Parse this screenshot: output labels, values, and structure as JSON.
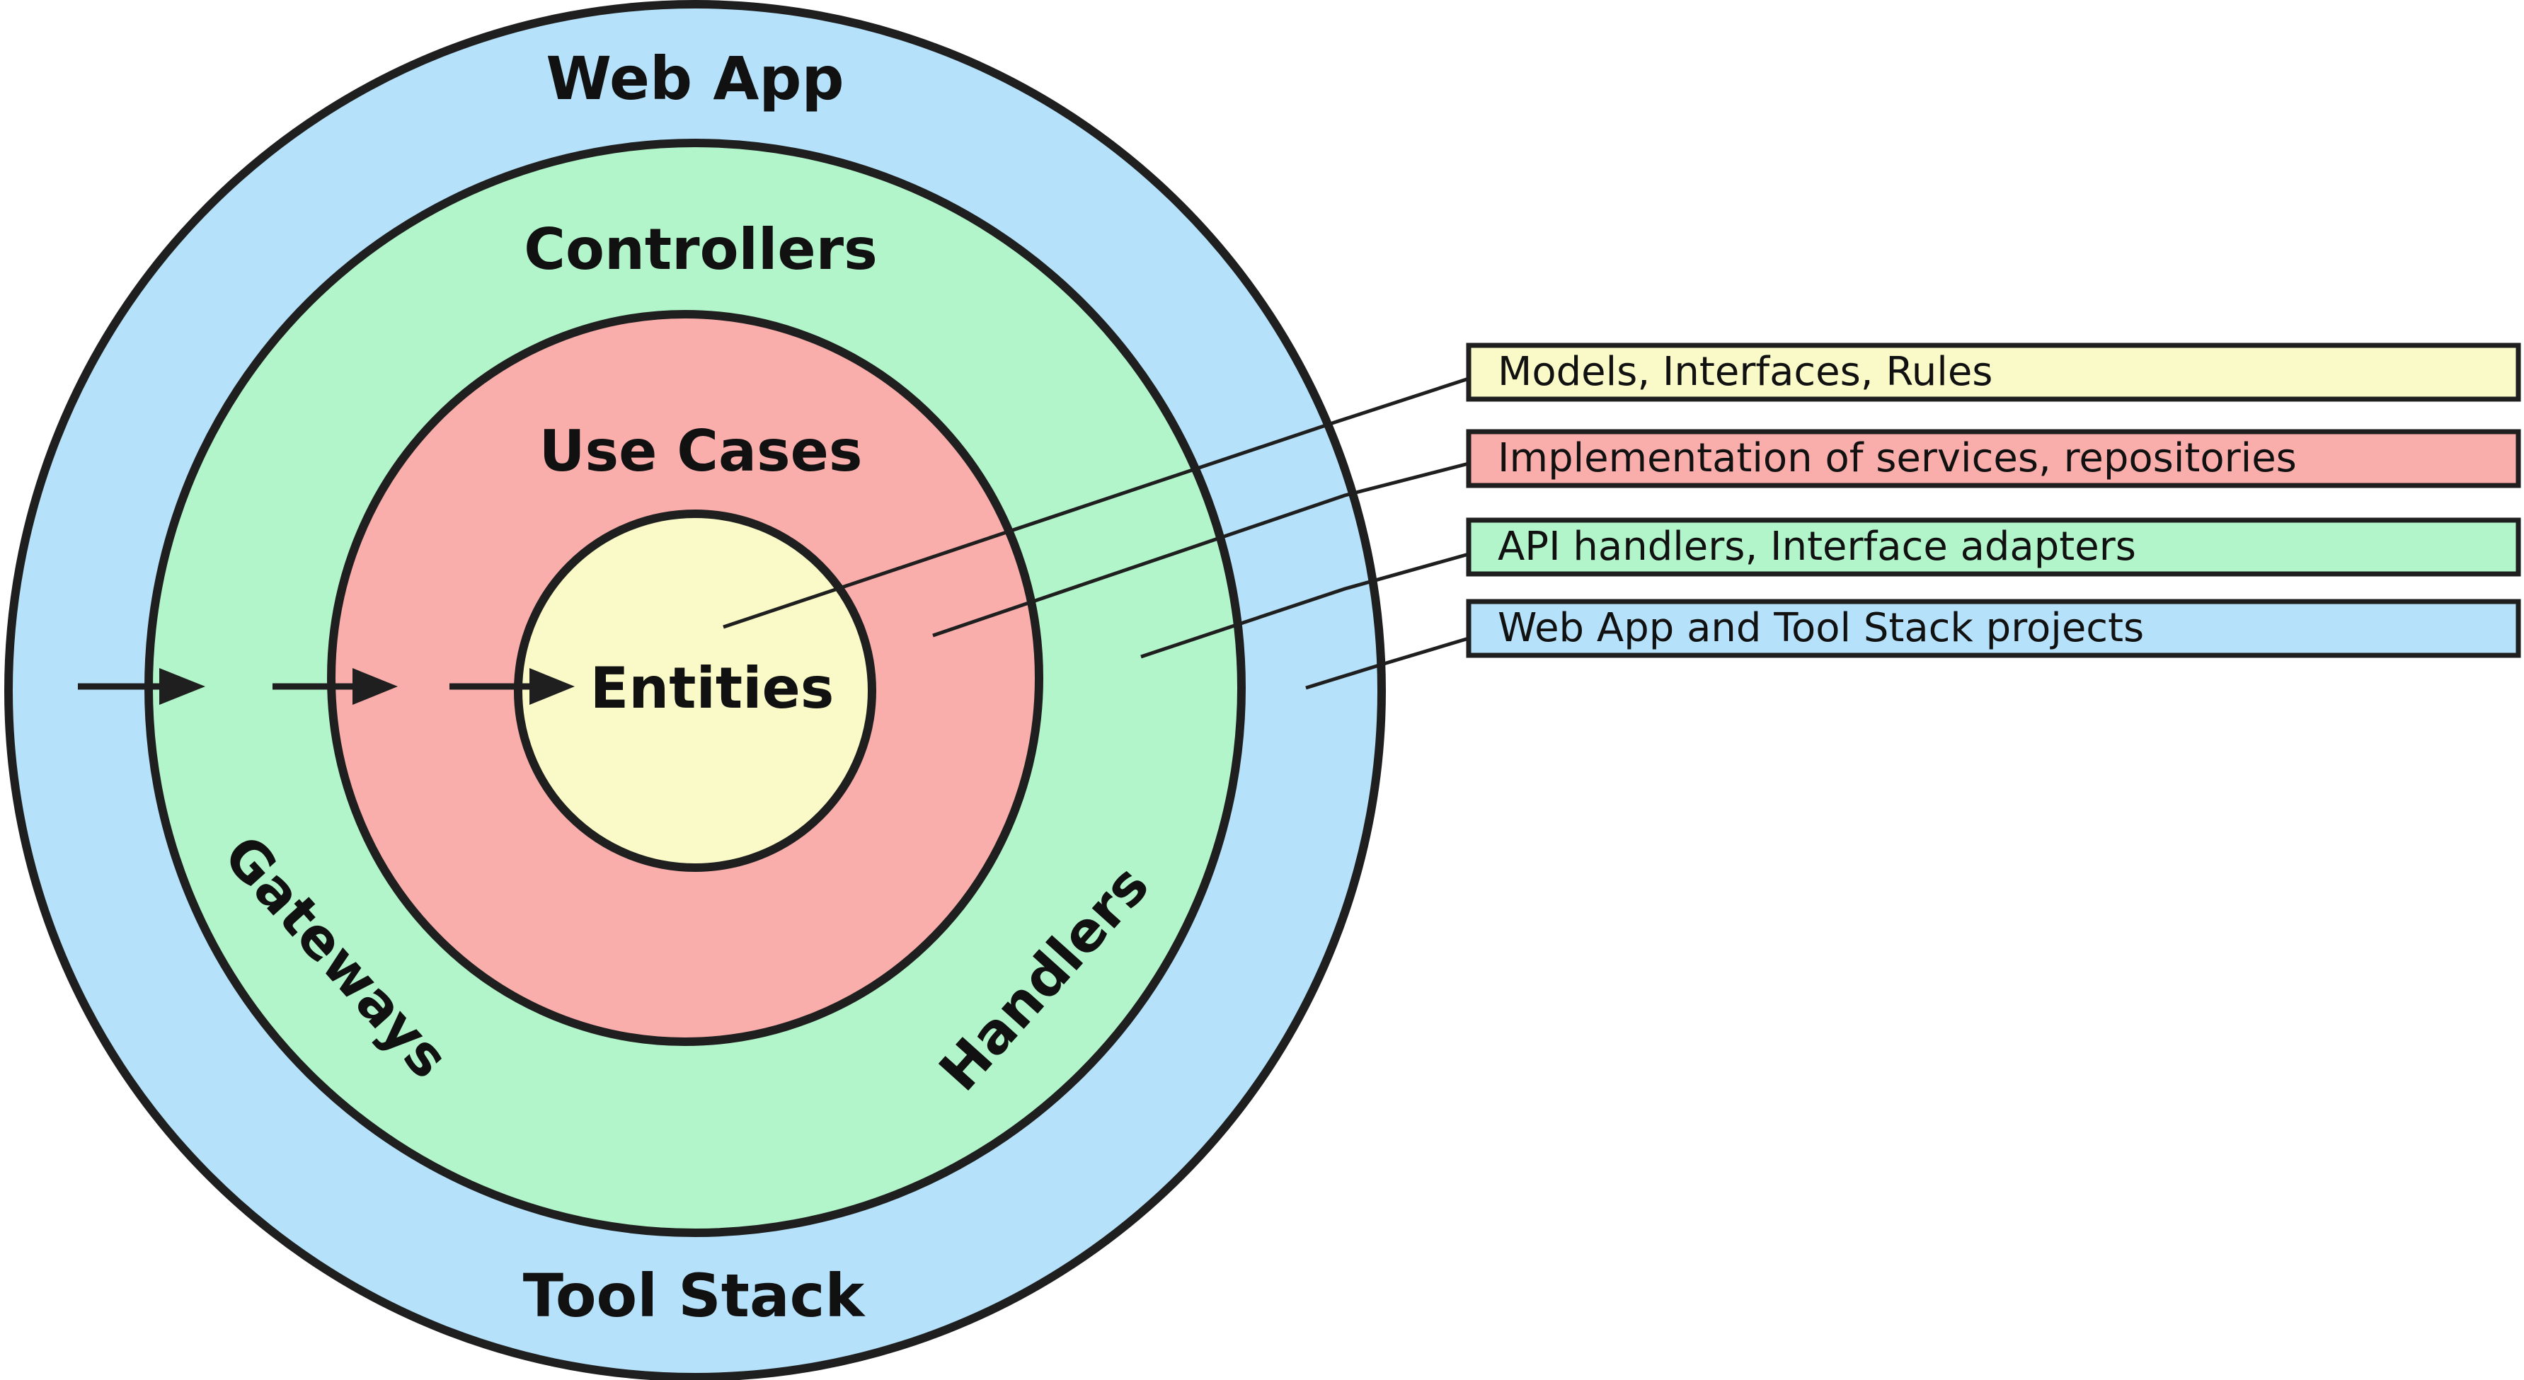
{
  "rings": {
    "web_app": {
      "label": "Web App",
      "fill": "#b5e2fa"
    },
    "tool_stack": {
      "label": "Tool Stack"
    },
    "controllers": {
      "label": "Controllers",
      "fill": "#b2f5ca"
    },
    "gateways": {
      "label": "Gateways"
    },
    "handlers": {
      "label": "Handlers"
    },
    "use_cases": {
      "label": "Use Cases",
      "fill": "#f9aeab"
    },
    "entities": {
      "label": "Entities",
      "fill": "#fafac8"
    }
  },
  "legend": [
    {
      "label": "Models, Interfaces, Rules",
      "fill": "#fafac8"
    },
    {
      "label": "Implementation of services, repositories",
      "fill": "#f9aeab"
    },
    {
      "label": "API handlers, Interface adapters",
      "fill": "#b2f5ca"
    },
    {
      "label": "Web App and Tool Stack projects",
      "fill": "#b5e2fa"
    }
  ],
  "stroke_color": "#1f1f1f"
}
